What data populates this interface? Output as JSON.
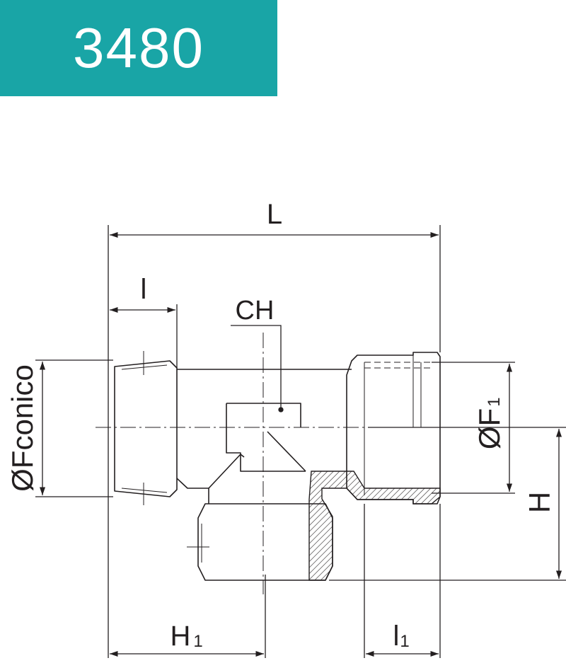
{
  "header": {
    "code": "3480",
    "badge_color": "#19a5a6"
  },
  "drawing": {
    "labels": {
      "L": "L",
      "l": "l",
      "CH": "CH",
      "F_conico": "ØFconico",
      "F1_main": "ØF",
      "F1_sub": "1",
      "H": "H",
      "H1_main": "H",
      "H1_sub": "1",
      "l1_main": "l",
      "l1_sub": "1"
    },
    "line_color": "#231f20"
  }
}
